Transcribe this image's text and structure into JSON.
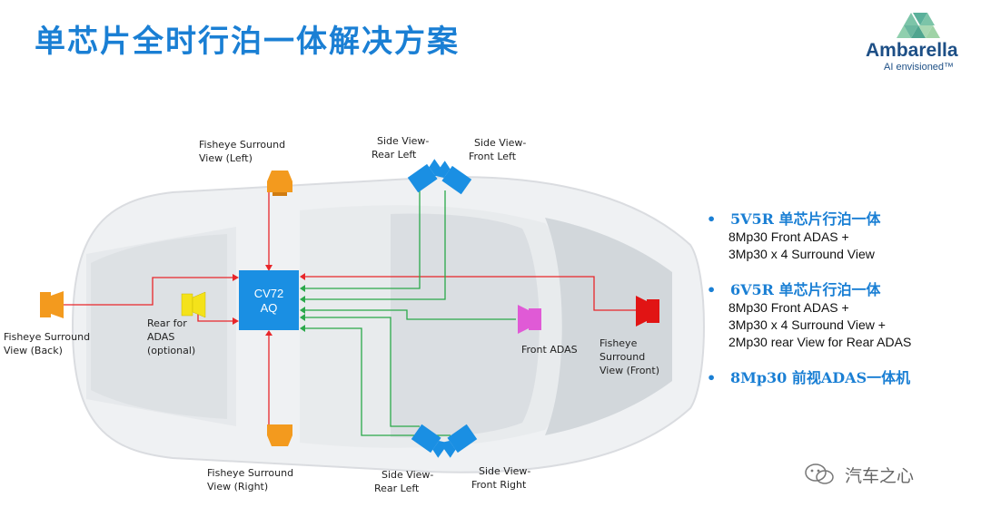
{
  "title": "单芯片全时行泊一体解决方案",
  "brand": {
    "name": "Ambarella",
    "tagline": "AI envisioned™"
  },
  "chip": {
    "line1": "CV72",
    "line2": "AQ"
  },
  "labels": {
    "fisheye_left": [
      "Fisheye Surround",
      "View (Left)"
    ],
    "side_rear_left_top": [
      "Side View-",
      "Rear Left"
    ],
    "side_front_left": [
      "Side View-",
      "Front Left"
    ],
    "fisheye_back": [
      "Fisheye Surround",
      "View (Back)"
    ],
    "rear_adas": [
      "Rear for",
      "ADAS",
      "(optional)"
    ],
    "front_adas": [
      "Front ADAS"
    ],
    "fisheye_front": [
      "Fisheye",
      "Surround",
      "View (Front)"
    ],
    "fisheye_right": [
      "Fisheye Surround",
      "View (Right)"
    ],
    "side_rear_left_bottom": [
      "Side View-",
      "Rear Left"
    ],
    "side_front_right": [
      "Side View-",
      "Front Right"
    ]
  },
  "solutions": [
    {
      "heading": "5V5R 单芯片行泊一体",
      "lines": [
        "8Mp30 Front ADAS +",
        "3Mp30 x 4 Surround View"
      ]
    },
    {
      "heading": "6V5R 单芯片行泊一体",
      "lines": [
        "8Mp30 Front ADAS +",
        "3Mp30 x 4 Surround View  +",
        "2Mp30  rear View for Rear ADAS"
      ]
    },
    {
      "heading": "8Mp30 前视ADAS一体机",
      "lines": []
    }
  ],
  "watermark": "汽车之心",
  "colors": {
    "title": "#1a7fd4",
    "chip": "#1a8fe3",
    "red_line": "#e8262a",
    "green_line": "#2aa84a",
    "orange_cam": "#f39a1e",
    "yellow_cam": "#f4e21a",
    "blue_cam": "#1a8fe3",
    "magenta_cam": "#e05ad6",
    "red_cam": "#e11414"
  },
  "icons": [
    "camera-icon",
    "logo-triangles-icon",
    "wechat-icon"
  ]
}
